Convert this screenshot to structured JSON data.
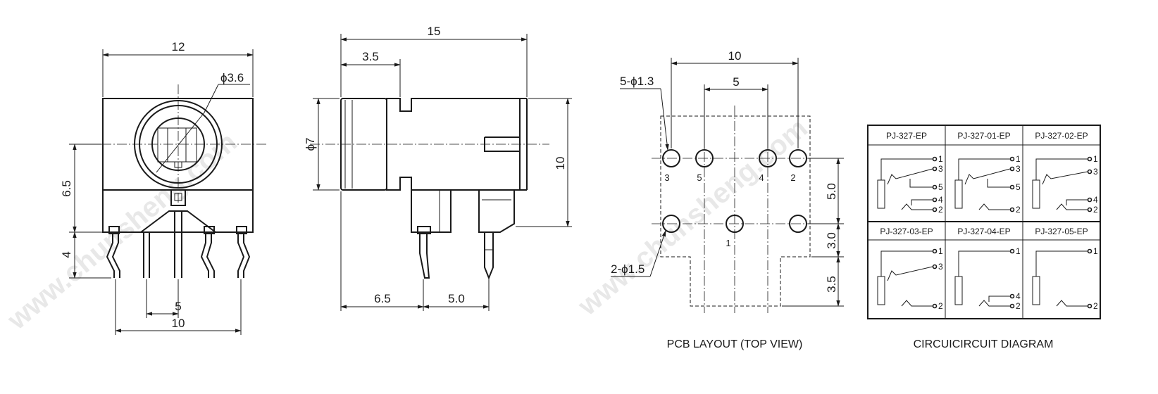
{
  "watermark": "www.chunsheng.com",
  "front_view": {
    "dims": {
      "width": "12",
      "hole": "ϕ3.6",
      "height": "6.5",
      "pin_length": "4",
      "pitch": "5",
      "span": "10"
    }
  },
  "side_view": {
    "dims": {
      "length": "15",
      "nose": "3.5",
      "diameter": "ϕ7",
      "height": "10",
      "offset_a": "6.5",
      "offset_b": "5.0"
    }
  },
  "pcb_layout": {
    "caption": "PCB LAYOUT (TOP VIEW)",
    "dims": {
      "width": "10",
      "pitch": "5",
      "holes_a": "5-ϕ1.3",
      "holes_b": "2-ϕ1.5",
      "row": "5.0",
      "gap": "3.0",
      "tail": "3.5"
    },
    "pins": [
      "3",
      "5",
      "4",
      "2",
      "1"
    ]
  },
  "circuit": {
    "caption": "CIRCUICIRCUIT DIAGRAM",
    "models": [
      "PJ-327-EP",
      "PJ-327-01-EP",
      "PJ-327-02-EP",
      "PJ-327-03-EP",
      "PJ-327-04-EP",
      "PJ-327-05-EP"
    ],
    "cells": [
      [
        "1",
        "3",
        "5",
        "4",
        "2"
      ],
      [
        "1",
        "3",
        "5",
        "2"
      ],
      [
        "1",
        "3",
        "4",
        "2"
      ],
      [
        "1",
        "3",
        "2"
      ],
      [
        "1",
        "4",
        "2"
      ],
      [
        "1",
        "2"
      ]
    ]
  }
}
